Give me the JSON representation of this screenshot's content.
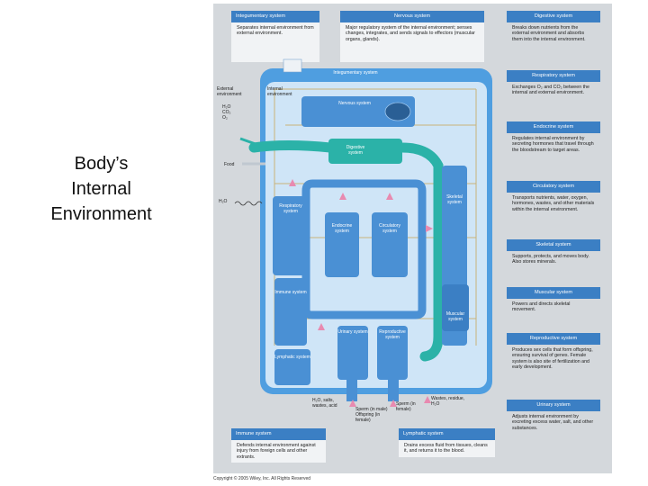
{
  "slide": {
    "title_lines": [
      "Body’s",
      "Internal",
      "Environment"
    ]
  },
  "cards": {
    "integumentary": {
      "title": "Integumentary system",
      "desc": "Separates internal environment from external environment."
    },
    "nervous": {
      "title": "Nervous system",
      "desc": "Major regulatory system of the internal environment; senses changes, integrates, and sends signals to effectors (muscular organs, glands)."
    },
    "digestive": {
      "title": "Digestive system",
      "desc": "Breaks down nutrients from the external environment and absorbs them into the internal environment."
    },
    "respiratory": {
      "title": "Respiratory system",
      "desc": "Exchanges O₂ and CO₂ between the internal and external environment."
    },
    "endocrine": {
      "title": "Endocrine system",
      "desc": "Regulates internal environment by secreting hormones that travel through the bloodstream to target areas."
    },
    "circulatory": {
      "title": "Circulatory system",
      "desc": "Transports nutrients, water, oxygen, hormones, wastes, and other materials within the internal environment."
    },
    "skeletal": {
      "title": "Skeletal system",
      "desc": "Supports, protects, and moves body. Also stores minerals."
    },
    "muscular": {
      "title": "Muscular system",
      "desc": "Powers and directs skeletal movement."
    },
    "reproductive": {
      "title": "Reproductive system",
      "desc": "Produces sex cells that form offspring, ensuring survival of genes. Female system is also site of fertilization and early development."
    },
    "urinary": {
      "title": "Urinary system",
      "desc": "Adjusts internal environment by excreting excess water, salt, and other substances."
    },
    "immune": {
      "title": "Immune system",
      "desc": "Defends internal environment against injury from foreign cells and other extrants."
    },
    "lymphatic": {
      "title": "Lymphatic system",
      "desc": "Drains excess fluid from tissues, cleans it, and returns it to the blood."
    }
  },
  "diagram": {
    "integumentary": "Integumentary system",
    "external_environment": "External environment",
    "internal_environment": "Internal environment",
    "gases": "H₂O CO₂ O₂",
    "food": "Food",
    "h2o": "H₂O",
    "nervous": "Nervous system",
    "digestive": "Digestive system",
    "respiratory": "Respiratory system",
    "endocrine": "Endocrine system",
    "circulatory": "Circulatory system",
    "skeletal": "Skeletal system",
    "immune": "Immune system",
    "muscular": "Muscular system",
    "urinary": "Urinary system",
    "reproductive": "Reproductive system",
    "lymphatic": "Lymphatic system",
    "wastes_left": "H₂O, salts, wastes, acid",
    "sperm_male": "Sperm (in male) Offspring (in female)",
    "sperm_female": "Sperm (in female)",
    "wastes_right": "Wastes, residue, H₂O"
  },
  "footer": {
    "copyright": "Copyright © 2005 Wiley, Inc. All Rights Reserved"
  },
  "colors": {
    "card_header": "#3b7fc4",
    "body_frame": "#4f9ee0",
    "inner_fluid": "#cfe5f7",
    "organ_box": "#4a90d4",
    "digestive_tube": "#2bb2a8",
    "connector_line": "#c8b27a",
    "arrow": "#e88ab0"
  }
}
